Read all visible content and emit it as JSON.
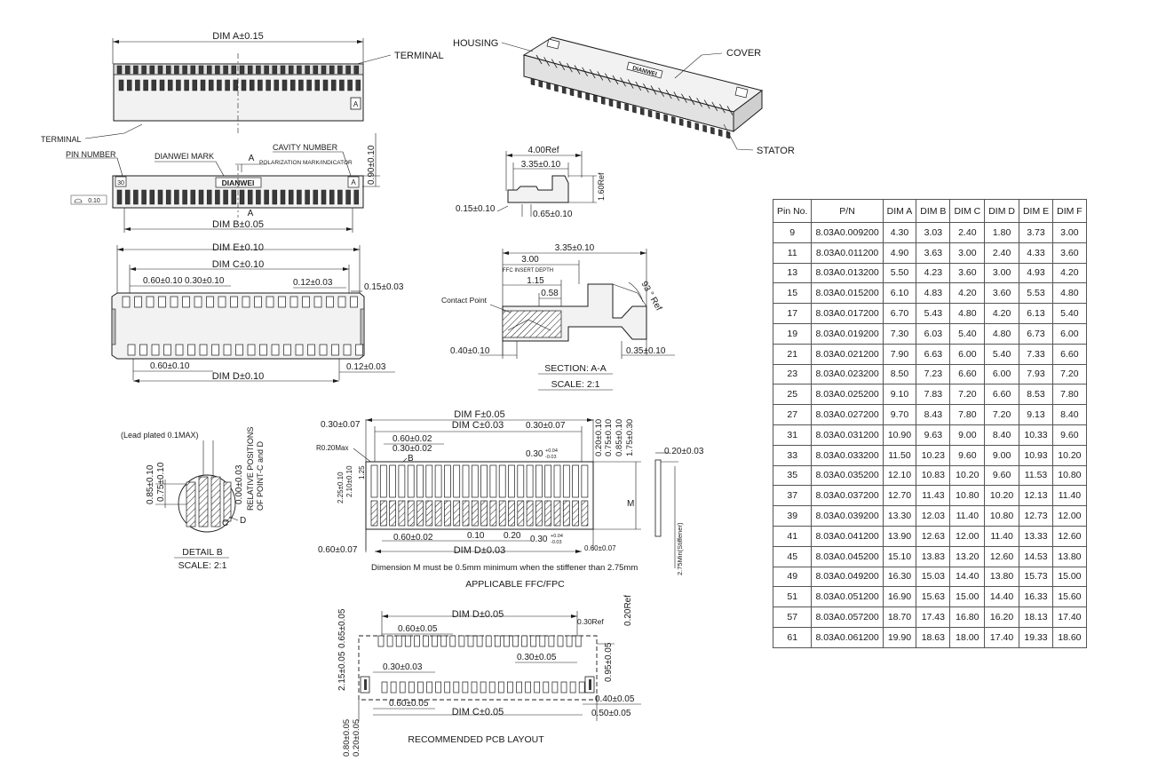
{
  "top_view": {
    "dim_a": "DIM A±0.15",
    "terminal_top": "TERMINAL",
    "terminal_bottom": "TERMINAL",
    "section_marker": "A",
    "pin_number": "PIN NUMBER",
    "dianwei_mark": "DIANWEI MARK",
    "cavity_number": "CAVITY NUMBER",
    "polarization": "POLARIZATION MARK/INDICATOR",
    "section_a_top": "A",
    "section_a_bottom": "A",
    "brand_text": "DIANWEI",
    "pin_label": "30",
    "cavity_label": "A",
    "flatness": "0.10",
    "dim_090": "0.90±0.10",
    "dim_b": "DIM B±0.05"
  },
  "iso_view": {
    "housing": "HOUSING",
    "cover": "COVER",
    "stator": "STATOR",
    "brand_text": "DIANWEI"
  },
  "side_view": {
    "ref_400": "4.00Ref",
    "dim_335": "3.35±0.10",
    "ref_160": "1.60Ref",
    "dim_015": "0.15±0.10",
    "dim_065": "0.65±0.10"
  },
  "pitch_view": {
    "dim_e": "DIM E±0.10",
    "dim_c": "DIM C±0.10",
    "dim_060": "0.60±0.10",
    "dim_030": "0.30±0.10",
    "dim_012_top": "0.12±0.03",
    "dim_015": "0.15±0.03",
    "dim_060_bottom": "0.60±0.10",
    "dim_012_bottom": "0.12±0.03",
    "dim_d": "DIM D±0.10"
  },
  "section_view": {
    "dim_335": "3.35±0.10",
    "dim_300": "3.00",
    "ffc_insert": "FFC INSERT DEPTH",
    "dim_115": "1.15",
    "dim_058": "0.58",
    "angle": "93 ° Ref",
    "contact_point": "Contact Point",
    "dim_040": "0.40±0.10",
    "dim_035": "0.35±0.10",
    "title": "SECTION: A-A",
    "scale": "SCALE: 2:1"
  },
  "detail_view": {
    "lead": "(Lead plated 0.1MAX)",
    "dim_085": "0.85±0.10",
    "dim_075": "0.75±0.10",
    "dim_000": "0.00±0.03",
    "relative": "RELATIVE POSITIONS",
    "points": "OF POINT-C and D",
    "label_b": "B",
    "label_c": "C",
    "label_d": "D",
    "title": "DETAIL B",
    "scale": "SCALE: 2:1"
  },
  "ffc_view": {
    "dim_030_left": "0.30±0.07",
    "dim_f": "DIM F±0.05",
    "dim_c": "DIM C±0.03",
    "dim_030_right": "0.30±0.07",
    "dim_020": "0.20±0.10",
    "dim_075": "0.75±0.10",
    "dim_085": "0.85±0.10",
    "dim_175": "1.75±0.30",
    "dim_060_top": "0.60±0.02",
    "dim_030_top": "0.30±0.02",
    "r_max": "R0.20Max",
    "label_b": "B",
    "dim_030_tol": "0.30",
    "tol_plus_1": "+0.04",
    "tol_minus_1": "-0.03",
    "dim_225": "2.25±0.10",
    "dim_210": "2.10±0.10",
    "dim_125": "1.25",
    "dim_020_stiff": "0.20±0.03",
    "label_m": "M",
    "stiffener": "2.75Min(Stiffener)",
    "dim_060_left": "0.60±0.07",
    "dim_060_bottom": "0.60±0.02",
    "dim_010": "0.10",
    "dim_020_bottom": "0.20",
    "dim_030_bottom": "0.30",
    "tol_plus_2": "+0.04",
    "tol_minus_2": "-0.03",
    "dim_060_right": "0.60±0.07",
    "dim_d": "DIM D±0.03",
    "note": "Dimension M must be 0.5mm minimum when the stiffener than 2.75mm",
    "title": "APPLICABLE FFC/FPC"
  },
  "pcb_view": {
    "dim_d": "DIM D±0.05",
    "dim_060_top": "0.60±0.05",
    "dim_030_ref": "0.30Ref",
    "ref_020": "0.20Ref",
    "dim_065": "0.65±0.05",
    "dim_215": "2.15±0.05",
    "dim_030": "0.30±0.03",
    "dim_030_right": "0.30±0.05",
    "dim_095": "0.95±0.05",
    "dim_040": "0.40±0.05",
    "dim_060_bottom": "0.60±0.05",
    "dim_c": "DIM C±0.05",
    "dim_050": "0.50±0.05",
    "dim_080": "0.80±0.05",
    "dim_020": "0.20±0.05",
    "title": "RECOMMENDED PCB LAYOUT"
  },
  "table": {
    "headers": [
      "Pin No.",
      "P/N",
      "DIM A",
      "DIM B",
      "DIM C",
      "DIM D",
      "DIM E",
      "DIM F"
    ],
    "rows": [
      [
        "9",
        "8.03A0.009200",
        "4.30",
        "3.03",
        "2.40",
        "1.80",
        "3.73",
        "3.00"
      ],
      [
        "11",
        "8.03A0.011200",
        "4.90",
        "3.63",
        "3.00",
        "2.40",
        "4.33",
        "3.60"
      ],
      [
        "13",
        "8.03A0.013200",
        "5.50",
        "4.23",
        "3.60",
        "3.00",
        "4.93",
        "4.20"
      ],
      [
        "15",
        "8.03A0.015200",
        "6.10",
        "4.83",
        "4.20",
        "3.60",
        "5.53",
        "4.80"
      ],
      [
        "17",
        "8.03A0.017200",
        "6.70",
        "5.43",
        "4.80",
        "4.20",
        "6.13",
        "5.40"
      ],
      [
        "19",
        "8.03A0.019200",
        "7.30",
        "6.03",
        "5.40",
        "4.80",
        "6.73",
        "6.00"
      ],
      [
        "21",
        "8.03A0.021200",
        "7.90",
        "6.63",
        "6.00",
        "5.40",
        "7.33",
        "6.60"
      ],
      [
        "23",
        "8.03A0.023200",
        "8.50",
        "7.23",
        "6.60",
        "6.00",
        "7.93",
        "7.20"
      ],
      [
        "25",
        "8.03A0.025200",
        "9.10",
        "7.83",
        "7.20",
        "6.60",
        "8.53",
        "7.80"
      ],
      [
        "27",
        "8.03A0.027200",
        "9.70",
        "8.43",
        "7.80",
        "7.20",
        "9.13",
        "8.40"
      ],
      [
        "31",
        "8.03A0.031200",
        "10.90",
        "9.63",
        "9.00",
        "8.40",
        "10.33",
        "9.60"
      ],
      [
        "33",
        "8.03A0.033200",
        "11.50",
        "10.23",
        "9.60",
        "9.00",
        "10.93",
        "10.20"
      ],
      [
        "35",
        "8.03A0.035200",
        "12.10",
        "10.83",
        "10.20",
        "9.60",
        "11.53",
        "10.80"
      ],
      [
        "37",
        "8.03A0.037200",
        "12.70",
        "11.43",
        "10.80",
        "10.20",
        "12.13",
        "11.40"
      ],
      [
        "39",
        "8.03A0.039200",
        "13.30",
        "12.03",
        "11.40",
        "10.80",
        "12.73",
        "12.00"
      ],
      [
        "41",
        "8.03A0.041200",
        "13.90",
        "12.63",
        "12.00",
        "11.40",
        "13.33",
        "12.60"
      ],
      [
        "45",
        "8.03A0.045200",
        "15.10",
        "13.83",
        "13.20",
        "12.60",
        "14.53",
        "13.80"
      ],
      [
        "49",
        "8.03A0.049200",
        "16.30",
        "15.03",
        "14.40",
        "13.80",
        "15.73",
        "15.00"
      ],
      [
        "51",
        "8.03A0.051200",
        "16.90",
        "15.63",
        "15.00",
        "14.40",
        "16.33",
        "15.60"
      ],
      [
        "57",
        "8.03A0.057200",
        "18.70",
        "17.43",
        "16.80",
        "16.20",
        "18.13",
        "17.40"
      ],
      [
        "61",
        "8.03A0.061200",
        "19.90",
        "18.63",
        "18.00",
        "17.40",
        "19.33",
        "18.60"
      ]
    ]
  }
}
